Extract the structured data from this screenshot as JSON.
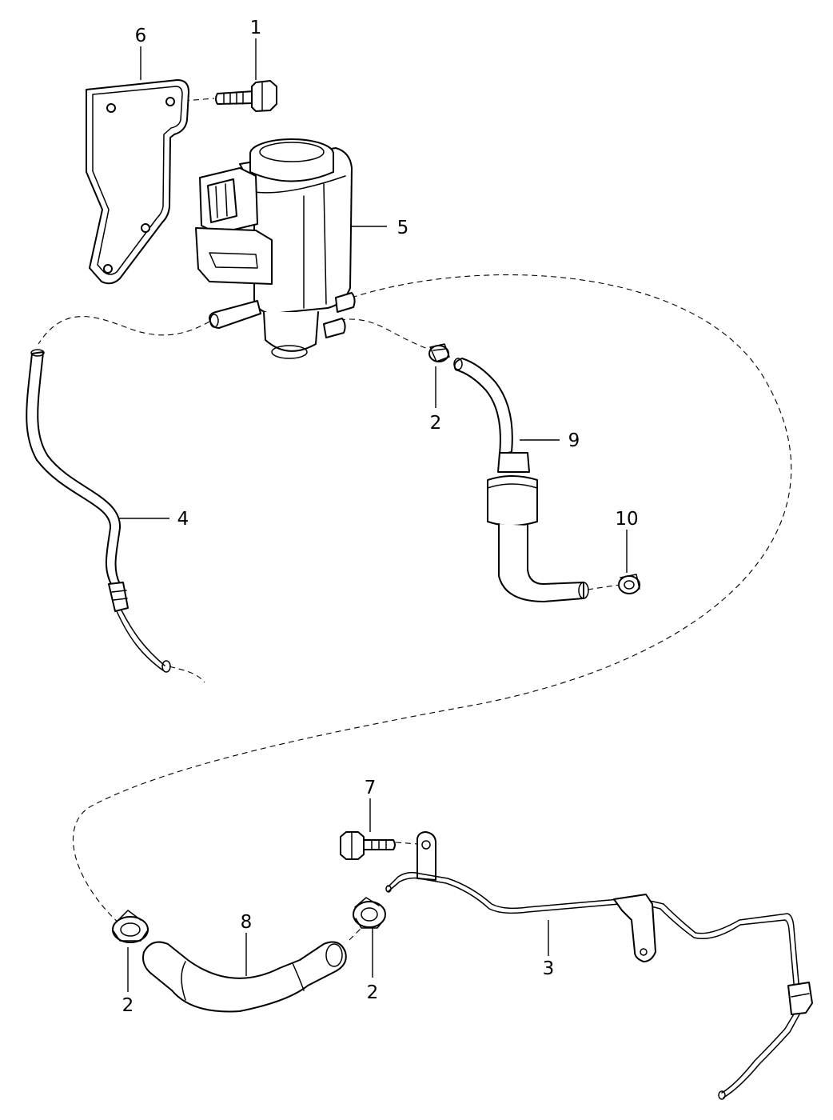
{
  "callouts": {
    "c1": "1",
    "c2_top": "2",
    "c2_bottom_left": "2",
    "c2_bottom_mid": "2",
    "c3": "3",
    "c4": "4",
    "c5": "5",
    "c6": "6",
    "c7": "7",
    "c8": "8",
    "c9": "9",
    "c10": "10"
  }
}
